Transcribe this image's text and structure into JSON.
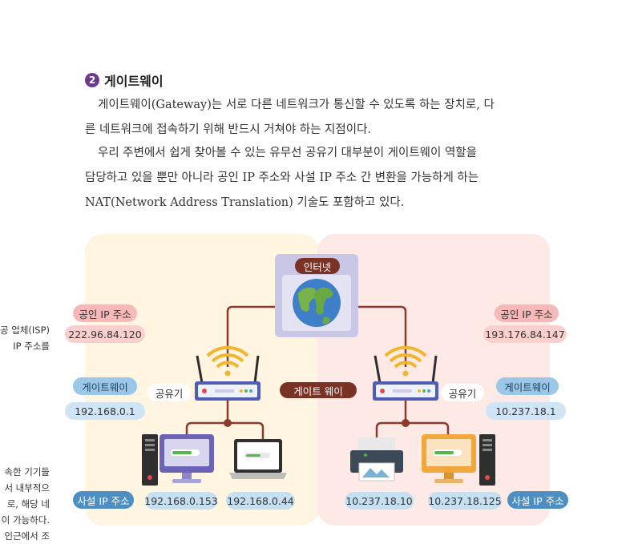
{
  "heading": {
    "number": "2",
    "title": "게이트웨이"
  },
  "paragraphs": [
    {
      "lines": [
        "게이트웨이(Gateway)는 서로 다른 네트워크가 통신할 수 있도록 하는 장치로, 다",
        "른 네트워크에 접속하기 위해 반드시 거쳐야 하는 지점이다."
      ]
    },
    {
      "lines": [
        "우리 주변에서 쉽게 찾아볼 수 있는 유무선 공유기 대부분이 게이트웨이 역할을",
        "담당하고 있을 뿐만 아니라 공인 IP 주소와 사설 IP 주소 간 변환을 가능하게 하는",
        "NAT(Network Address Translation) 기술도 포함하고 있다."
      ]
    }
  ],
  "side_notes": {
    "top": [
      "공 업체(ISP)",
      "IP 주소를"
    ],
    "bottom": [
      "속한 기기들",
      "서 내부적으",
      "로, 해당 네",
      "이 가능하다.",
      "인근에서 조"
    ]
  },
  "diagram": {
    "internet_label": "인터넷",
    "gateway_center_label": "게이트 웨이",
    "left": {
      "public_ip_label": "공인 IP 주소",
      "public_ip": "222.96.84.120",
      "gateway_label": "게이트웨이",
      "gateway_ip": "192.168.0.1",
      "router_label": "공유기",
      "private_ip_label": "사설 IP 주소",
      "device_ips": [
        "192.168.0.153",
        "192.168.0.44"
      ]
    },
    "right": {
      "public_ip_label": "공인 IP 주소",
      "public_ip": "193.176.84.147",
      "gateway_label": "게이트웨이",
      "gateway_ip": "10.237.18.1",
      "router_label": "공유기",
      "private_ip_label": "사설 IP 주소",
      "device_ips": [
        "10.237.18.10",
        "10.237.18.125"
      ]
    },
    "colors": {
      "left_panel": "#fff5e0",
      "right_panel": "#fde9e6",
      "connector": "#8a3b2c",
      "wifi": "#f2b62e",
      "router": "#4f5eb0"
    }
  }
}
